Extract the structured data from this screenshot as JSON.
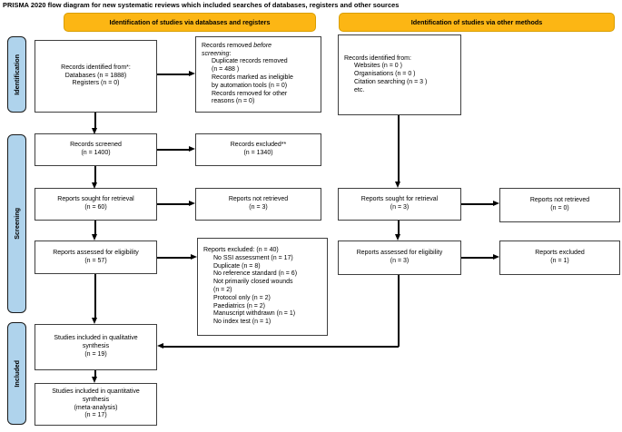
{
  "title": "PRISMA 2020 flow diagram for new systematic reviews which included searches of databases, registers and other sources",
  "colors": {
    "header_bg": "#FCB614",
    "sidebar_bg": "#AFD3EC",
    "box_border": "#3f3f3f",
    "arrow": "#000000"
  },
  "headers": {
    "databases": "Identification of studies via databases and registers",
    "other_methods": "Identification of studies via other methods"
  },
  "sidebar": {
    "identification": "Identification",
    "screening": "Screening",
    "included": "Included"
  },
  "boxes": {
    "records_identified": "Records identified from*:\nDatabases (n = 1888)\nRegisters (n = 0)",
    "records_removed": {
      "prefix": "Records removed ",
      "italic": "before\nscreening",
      "suffix": ":",
      "items": [
        "Duplicate records removed\n(n = 488 )",
        "Records marked as ineligible\nby automation tools (n = 0)",
        "Records removed for other\nreasons (n = 0)"
      ]
    },
    "records_identified_other": {
      "intro": "Records identified from:",
      "items": [
        "Websites (n = 0 )",
        "Organisations (n = 0 )",
        "Citation searching (n = 3 )",
        "etc."
      ]
    },
    "records_screened": "Records screened\n(n = 1400)",
    "records_excluded": "Records excluded**\n(n = 1340)",
    "reports_sought_db": "Reports sought for retrieval\n(n = 60)",
    "reports_not_retrieved_db": "Reports not retrieved\n(n = 3)",
    "reports_sought_other": "Reports sought for retrieval\n(n = 3)",
    "reports_not_retrieved_other": "Reports not retrieved\n(n = 0)",
    "reports_assessed_db": "Reports assessed for eligibility\n(n = 57)",
    "reports_excluded_reasons": {
      "intro": "Reports excluded: (n = 40)",
      "items": [
        "No SSI assessment (n = 17)",
        "Duplicate (n = 8)",
        "No reference standard (n = 6)",
        "Not primarily closed wounds\n(n = 2)",
        "Protocol only (n = 2)",
        "Paediatrics (n = 2)",
        "Manuscript withdrawn (n = 1)",
        "No index test (n = 1)"
      ]
    },
    "reports_assessed_other": "Reports assessed for eligibility\n(n = 3)",
    "reports_excluded_other": "Reports excluded\n(n = 1)",
    "studies_qualitative": "Studies included in qualitative\nsynthesis\n(n = 19)",
    "studies_quantitative": "Studies included in quantitative\nsynthesis\n(meta-analysis)\n(n = 17)"
  }
}
